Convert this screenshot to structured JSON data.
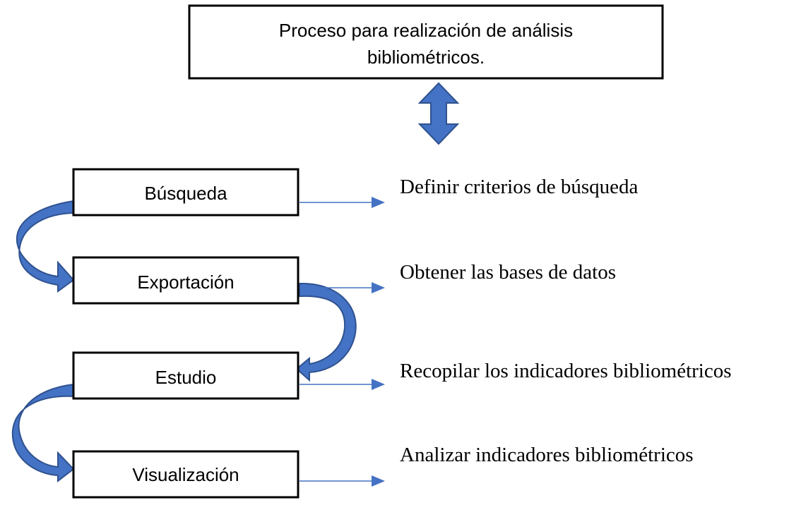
{
  "title": {
    "line1": "Proceso para realización de análisis",
    "line2": "bibliométricos."
  },
  "steps": [
    {
      "label": "Búsqueda",
      "description": "Definir criterios de búsqueda"
    },
    {
      "label": "Exportación",
      "description": "Obtener las bases de datos"
    },
    {
      "label": "Estudio",
      "description": "Recopilar los indicadores bibliométricos"
    },
    {
      "label": "Visualización",
      "description": "Analizar indicadores bibliométricos"
    }
  ],
  "colors": {
    "arrow_fill": "#4472C4",
    "arrow_stroke": "#2F528F",
    "box_stroke": "#000000"
  }
}
